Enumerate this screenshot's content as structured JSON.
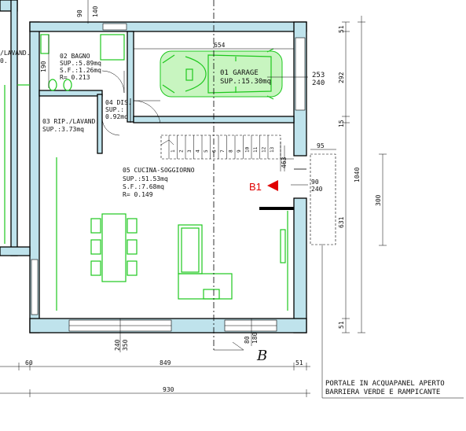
{
  "rooms": {
    "garage": {
      "name": "01 GARAGE",
      "area": "SUP.:15.30mq"
    },
    "bagno": {
      "name": "02 BAGNO",
      "area": "SUP.:5.89mq",
      "sf": "S.F.:1.26mq",
      "ratio": "R= 0.213"
    },
    "ripostiglio": {
      "name": "03 RIP./LAVAND.",
      "area": "SUP.:3.73mq"
    },
    "disimpegno": {
      "name": "04 DIS.",
      "area_label": "SUP.:",
      "area": "0.92mq"
    },
    "cucina": {
      "name": "05 CUCINA-SOGGIORNO",
      "area": "SUP.:51.53mq",
      "sf": "S.F.:7.68mq",
      "ratio": "R= 0.149"
    },
    "lavand_left": {
      "name": "/LAVAND.",
      "area": "0."
    }
  },
  "dimensions": {
    "top_90": "90",
    "top_140": "140",
    "garage_654": "654",
    "garage_253": "253",
    "garage_240": "240",
    "bagno_190": "190",
    "right_51_top": "51",
    "right_292": "292",
    "right_15": "15",
    "right_1040": "1040",
    "right_300": "300",
    "right_631": "631",
    "right_51_bottom": "51",
    "window_95": "95",
    "window_90": "90",
    "window_240": "240",
    "stair_463": "463",
    "bottom_350": "350",
    "bottom_240": "240",
    "bottom_180": "180",
    "bottom_80": "80",
    "bottom_60": "60",
    "bottom_849": "849",
    "bottom_51": "51",
    "bottom_930": "930"
  },
  "stairs": [
    "1",
    "2",
    "3",
    "4",
    "5",
    "6",
    "7",
    "8",
    "9",
    "10",
    "11",
    "12",
    "13"
  ],
  "markers": {
    "b1": "B1",
    "section": "B"
  },
  "note": {
    "line1": "PORTALE IN ACQUAPANEL APERTO",
    "line2": "BARRIERA VERDE E RAMPICANTE"
  },
  "colors": {
    "wall": "#bfe3ec",
    "furniture": "#1ec81e",
    "marker": "#e00000"
  }
}
